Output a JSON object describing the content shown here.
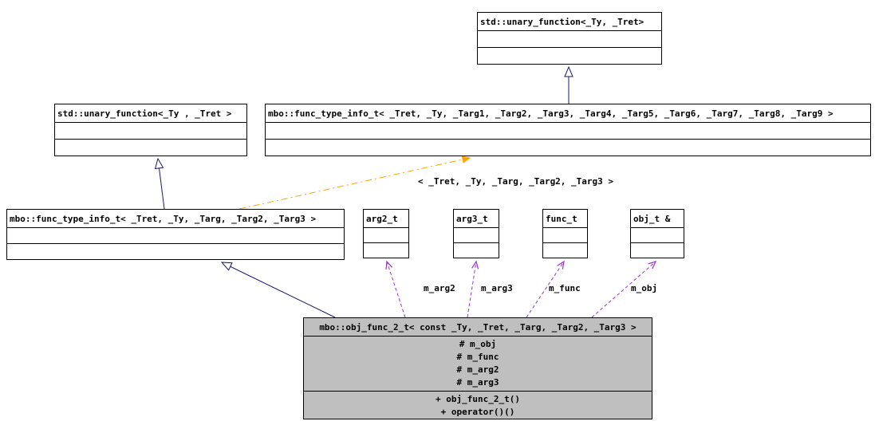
{
  "classes": {
    "top_unary": {
      "title": "std::unary_function<_Ty, _Tret>"
    },
    "left_unary": {
      "title": "std::unary_function<_Ty , _Tret >"
    },
    "wide_func": {
      "title": "mbo::func_type_info_t< _Tret, _Ty, _Targ1, _Targ2, _Targ3, _Targ4, _Targ5, _Targ6, _Targ7, _Targ8, _Targ9 >"
    },
    "small_func": {
      "title": "mbo::func_type_info_t< _Tret, _Ty, _Targ, _Targ2, _Targ3 >"
    },
    "arg2": {
      "title": "arg2_t"
    },
    "arg3": {
      "title": "arg3_t"
    },
    "func": {
      "title": "func_t"
    },
    "obj": {
      "title": "obj_t &"
    },
    "obj_func": {
      "title": "mbo::obj_func_2_t< const _Ty, _Tret, _Targ, _Targ2, _Targ3 >",
      "attributes": [
        "# m_obj",
        "# m_func",
        "# m_arg2",
        "# m_arg3"
      ],
      "methods": [
        "+ obj_func_2_t()",
        "+ operator()()"
      ]
    }
  },
  "edges": {
    "template_label": "< _Tret, _Ty, _Targ, _Targ2, _Targ3 >",
    "m_arg2_label": "m_arg2",
    "m_arg3_label": "m_arg3",
    "m_func_label": "m_func",
    "m_obj_label": "m_obj"
  },
  "colors": {
    "inheritance": "#191970",
    "template_relation": "#ffa500",
    "usage_relation": "#9a32cd",
    "node_fill": "#ffffff",
    "node_border": "#000000",
    "highlight_fill": "#bfbfbf"
  }
}
